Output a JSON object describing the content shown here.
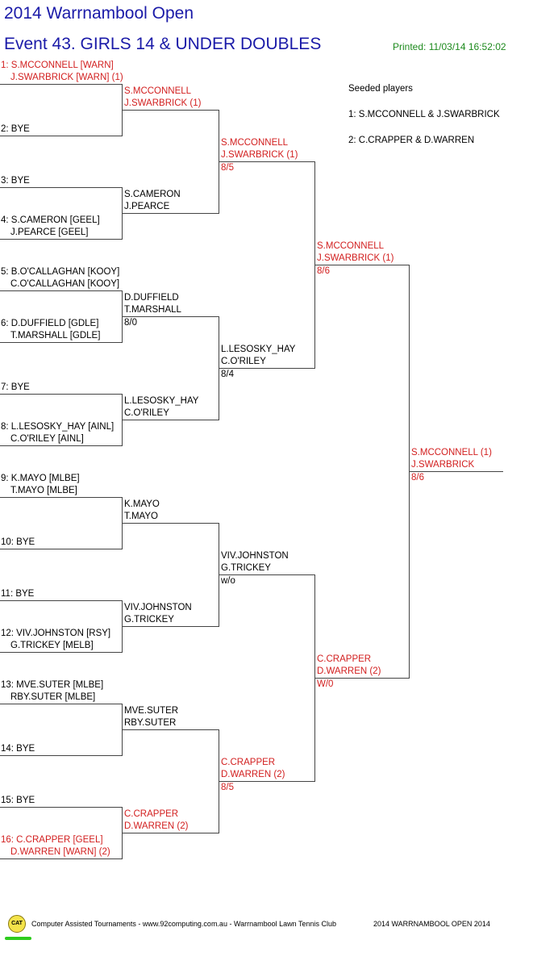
{
  "header": {
    "line1": "2014 Warrnambool Open",
    "line2": "Event 43. GIRLS 14 & UNDER DOUBLES",
    "printed": "Printed: 11/03/14 16:52:02"
  },
  "seeded": {
    "title": "Seeded players",
    "items": [
      "1: S.MCCONNELL & J.SWARBRICK",
      "2: C.CRAPPER & D.WARREN"
    ]
  },
  "draw": [
    {
      "l1": "1: S.MCCONNELL [WARN]",
      "l2": "J.SWARBRICK [WARN] (1)",
      "red": true
    },
    {
      "l1": "2: BYE",
      "l2": "",
      "red": false
    },
    {
      "l1": "3: BYE",
      "l2": "",
      "red": false
    },
    {
      "l1": "4: S.CAMERON [GEEL]",
      "l2": "J.PEARCE [GEEL]",
      "red": false
    },
    {
      "l1": "5: B.O'CALLAGHAN [KOOY]",
      "l2": "C.O'CALLAGHAN [KOOY]",
      "red": false
    },
    {
      "l1": "6: D.DUFFIELD [GDLE]",
      "l2": "T.MARSHALL [GDLE]",
      "red": false
    },
    {
      "l1": "7: BYE",
      "l2": "",
      "red": false
    },
    {
      "l1": "8: L.LESOSKY_HAY [AINL]",
      "l2": "C.O'RILEY [AINL]",
      "red": false
    },
    {
      "l1": "9: K.MAYO [MLBE]",
      "l2": "T.MAYO [MLBE]",
      "red": false
    },
    {
      "l1": "10: BYE",
      "l2": "",
      "red": false
    },
    {
      "l1": "11: BYE",
      "l2": "",
      "red": false
    },
    {
      "l1": "12: VIV.JOHNSTON [RSY]",
      "l2": "G.TRICKEY [MELB]",
      "red": false
    },
    {
      "l1": "13: MVE.SUTER [MLBE]",
      "l2": "RBY.SUTER [MLBE]",
      "red": false
    },
    {
      "l1": "14: BYE",
      "l2": "",
      "red": false
    },
    {
      "l1": "15: BYE",
      "l2": "",
      "red": false
    },
    {
      "l1": "16: C.CRAPPER [GEEL]",
      "l2": "D.WARREN [WARN] (2)",
      "red": true
    }
  ],
  "round2": [
    {
      "l1": "S.MCCONNELL",
      "l2": "J.SWARBRICK (1)",
      "score": "",
      "red": true
    },
    {
      "l1": "S.CAMERON",
      "l2": "J.PEARCE",
      "score": "",
      "red": false
    },
    {
      "l1": "D.DUFFIELD",
      "l2": "T.MARSHALL",
      "score": "8/0",
      "red": false
    },
    {
      "l1": "L.LESOSKY_HAY",
      "l2": "C.O'RILEY",
      "score": "",
      "red": false
    },
    {
      "l1": "K.MAYO",
      "l2": "T.MAYO",
      "score": "",
      "red": false
    },
    {
      "l1": "VIV.JOHNSTON",
      "l2": "G.TRICKEY",
      "score": "",
      "red": false
    },
    {
      "l1": "MVE.SUTER",
      "l2": "RBY.SUTER",
      "score": "",
      "red": false
    },
    {
      "l1": "C.CRAPPER",
      "l2": "D.WARREN (2)",
      "score": "",
      "red": true
    }
  ],
  "round3": [
    {
      "l1": "S.MCCONNELL",
      "l2": "J.SWARBRICK (1)",
      "score": "8/5",
      "red": true
    },
    {
      "l1": "L.LESOSKY_HAY",
      "l2": "C.O'RILEY",
      "score": "8/4",
      "red": false
    },
    {
      "l1": "VIV.JOHNSTON",
      "l2": "G.TRICKEY",
      "score": "w/o",
      "red": false
    },
    {
      "l1": "C.CRAPPER",
      "l2": "D.WARREN (2)",
      "score": "8/5",
      "red": true
    }
  ],
  "round4": [
    {
      "l1": "S.MCCONNELL",
      "l2": "J.SWARBRICK (1)",
      "score": "8/6",
      "red": true
    },
    {
      "l1": "C.CRAPPER",
      "l2": "D.WARREN (2)",
      "score": "W/0",
      "red": true
    }
  ],
  "final": {
    "l1": "S.MCCONNELL (1)",
    "l2": "J.SWARBRICK",
    "score": "8/6",
    "red": true
  },
  "footer": {
    "logo": "CAT",
    "left": "Computer Assisted Tournaments - www.92computing.com.au -  Warrnambool Lawn Tennis Club",
    "right": "2014 WARRNAMBOOL OPEN 2014"
  }
}
